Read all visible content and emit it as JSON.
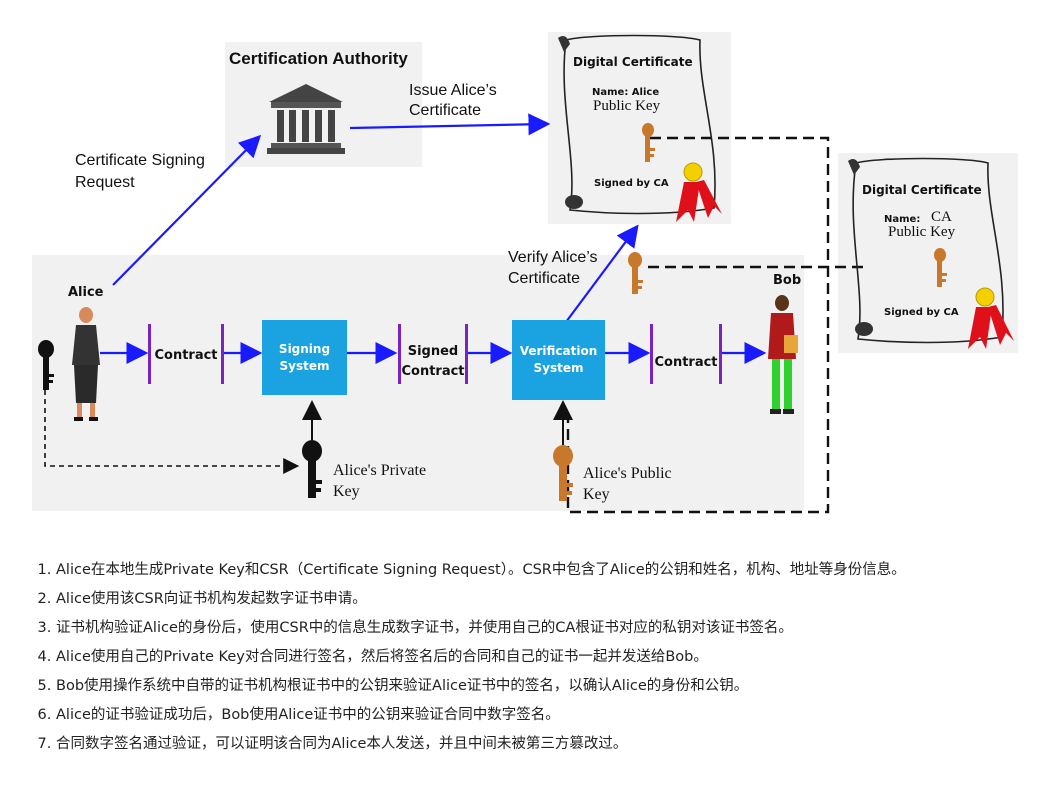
{
  "ca": {
    "title": "Certification Authority"
  },
  "labels": {
    "csr_line1": "Certificate Signing",
    "csr_line2": "Request",
    "issue_line1": "Issue Alice’s",
    "issue_line2": "Certificate",
    "verify_line1": "Verify Alice’s",
    "verify_line2": "Certificate",
    "alice": "Alice",
    "bob": "Bob",
    "private_key_line1": "Alice's Private",
    "private_key_line2": "Key",
    "public_key_line1": "Alice's Public",
    "public_key_line2": "Key"
  },
  "cert_alice": {
    "title": "Digital Certificate",
    "name": "Name: Alice",
    "key": "Public Key",
    "signed": "Signed by CA"
  },
  "cert_ca": {
    "title": "Digital Certificate",
    "name": "Name:",
    "name_value": "CA",
    "key": "Public Key",
    "signed": "Signed by CA"
  },
  "flow": {
    "contract1": "Contract",
    "signing_line1": "Signing",
    "signing_line2": "System",
    "signed_line1": "Signed",
    "signed_line2": "Contract",
    "verification_line1": "Verification",
    "verification_line2": "System",
    "contract2": "Contract"
  },
  "steps": [
    "Alice在本地生成Private Key和CSR（Certificate Signing Request）。CSR中包含了Alice的公钥和姓名，机构、地址等身份信息。",
    "Alice使用该CSR向证书机构发起数字证书申请。",
    "证书机构验证Alice的身份后，使用CSR中的信息生成数字证书，并使用自己的CA根证书对应的私钥对该证书签名。",
    "Alice使用自己的Private Key对合同进行签名，然后将签名后的合同和自己的证书一起并发送给Bob。",
    "Bob使用操作系统中自带的证书机构根证书中的公钥来验证Alice证书中的签名，以确认Alice的身份和公钥。",
    "Alice的证书验证成功后，Bob使用Alice证书中的公钥来验证合同中数字签名。",
    "合同数字签名通过验证，可以证明该合同为Alice本人发送，并且中间未被第三方篡改过。"
  ],
  "colors": {
    "arrow_blue": "#1a1aff",
    "system_blue": "#1aa3e0",
    "bracket_purple": "#7b22c2",
    "key_gold": "#c8782a",
    "panel_gray": "#f1f1f1",
    "seal_red": "#e0101a"
  }
}
